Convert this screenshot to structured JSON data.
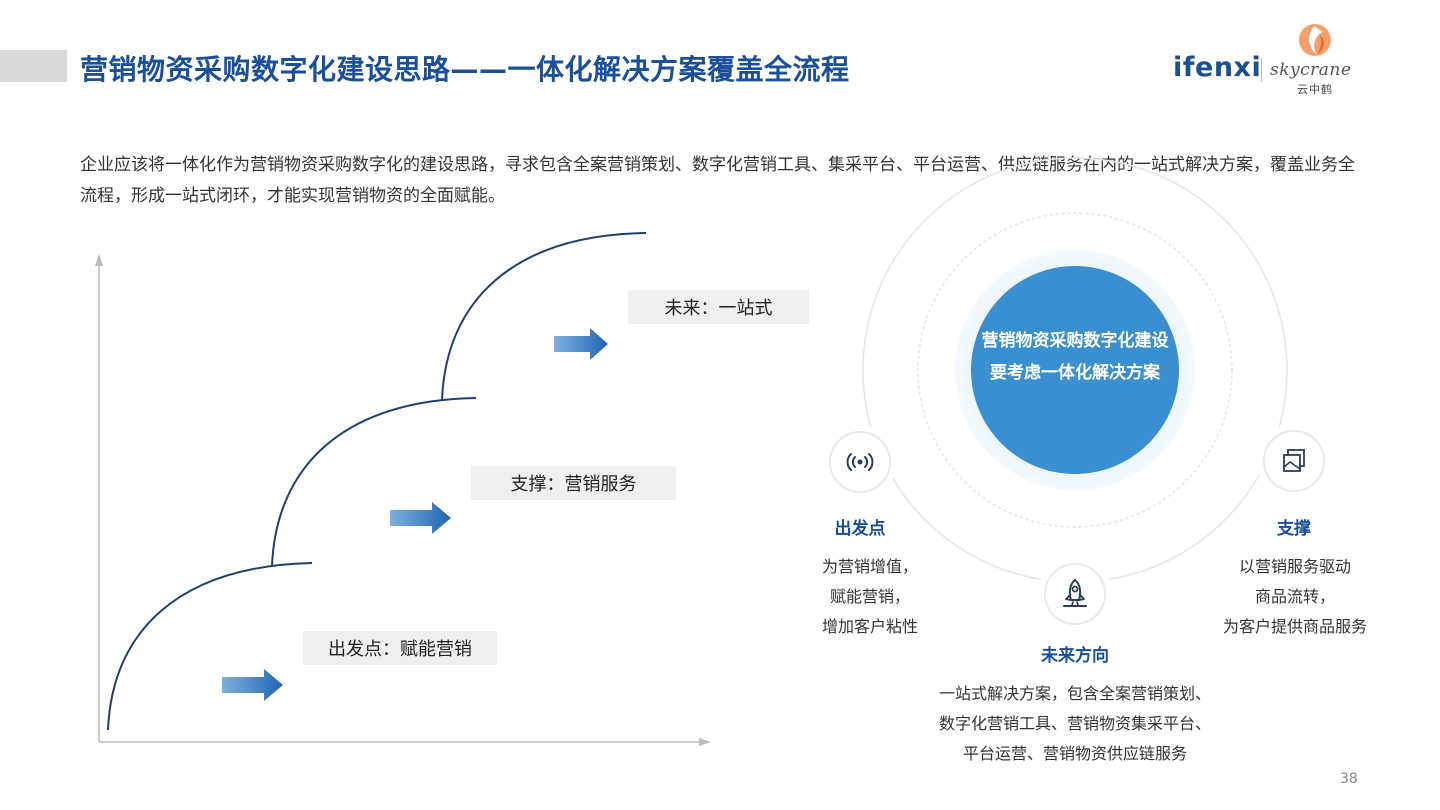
{
  "header": {
    "title": "营销物资采购数字化建设思路——一体化解决方案覆盖全流程",
    "logo_ifenxi": "ifenxi",
    "logo_skycrane": "skycrane",
    "logo_skycrane_cn": "云中鹤"
  },
  "intro": "企业应该将一体化作为营销物资采购数字化的建设思路，寻求包含全案营销策划、数字化营销工具、集采平台、平台运营、供应链服务在内的一站式解决方案，覆盖业务全流程，形成一站式闭环，才能实现营销物资的全面赋能。",
  "stages": [
    {
      "label": "出发点：赋能营销"
    },
    {
      "label": "支撑：营销服务"
    },
    {
      "label": "未来：一站式"
    }
  ],
  "center": {
    "text": "营销物资采购数字化建设要考虑一体化解决方案"
  },
  "nodes": {
    "start": {
      "icon": "signal-icon",
      "title": "出发点",
      "lines": [
        "为营销增值，",
        "赋能营销，",
        "增加客户粘性"
      ]
    },
    "future": {
      "icon": "rocket-icon",
      "title": "未来方向",
      "lines": [
        "一站式解决方案，包含全案营销策划、",
        "数字化营销工具、营销物资集采平台、",
        "平台运营、营销物资供应链服务"
      ]
    },
    "support": {
      "icon": "layers-icon",
      "title": "支撑",
      "lines": [
        "以营销服务驱动",
        "商品流转，",
        "为客户提供商品服务"
      ]
    }
  },
  "colors": {
    "title_blue": "#1a4f9c",
    "curve_navy": "#1f3f73",
    "arrow_blue": "#2f7cc8",
    "circle_blue": "#3a8fd1",
    "label_bg": "#efefef"
  },
  "page_number": "38"
}
